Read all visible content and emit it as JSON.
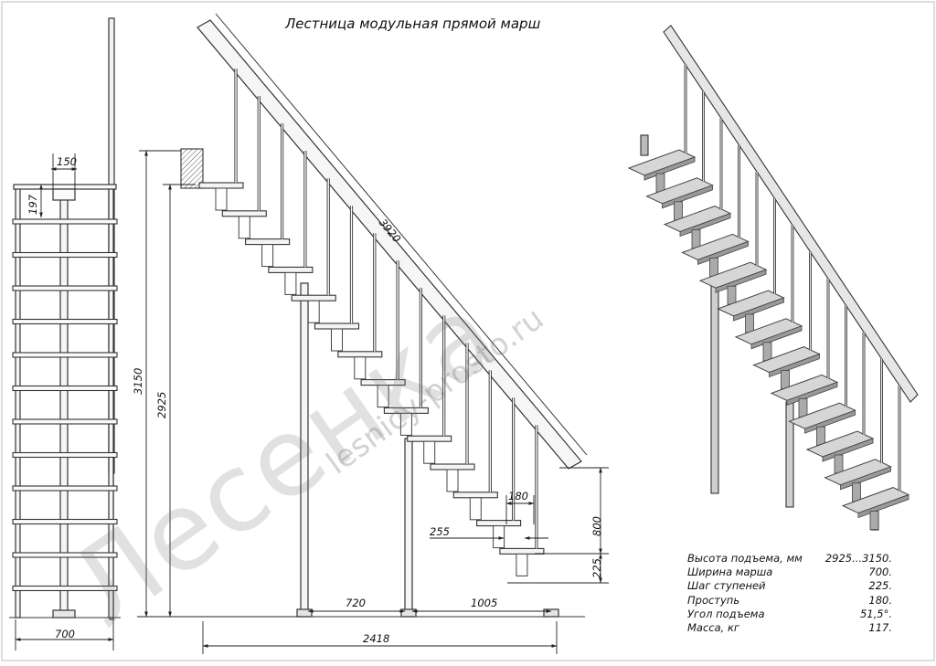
{
  "title": "Лестница модульная прямой марш",
  "watermark": {
    "brand": "Лесенка",
    "url": "lesnicy-prosto.ru"
  },
  "dimensions": {
    "front_top_width": "150",
    "front_step_height": "197",
    "front_width": "700",
    "height_max": "3150",
    "height_min": "2925",
    "rail_length": "3920",
    "tread_depth": "180",
    "step_pitch": "255",
    "rail_height": "800",
    "step_rise": "225",
    "span_left": "720",
    "span_right": "1005",
    "total_length": "2418"
  },
  "specs": [
    {
      "label": "Высота подъема, мм",
      "value": "2925...3150."
    },
    {
      "label": "Ширина марша",
      "value": "700."
    },
    {
      "label": "Шаг ступеней",
      "value": "225."
    },
    {
      "label": "Проступь",
      "value": "180."
    },
    {
      "label": "Угол подъема",
      "value": "51,5°."
    },
    {
      "label": "Масса, кг",
      "value": "117."
    }
  ]
}
